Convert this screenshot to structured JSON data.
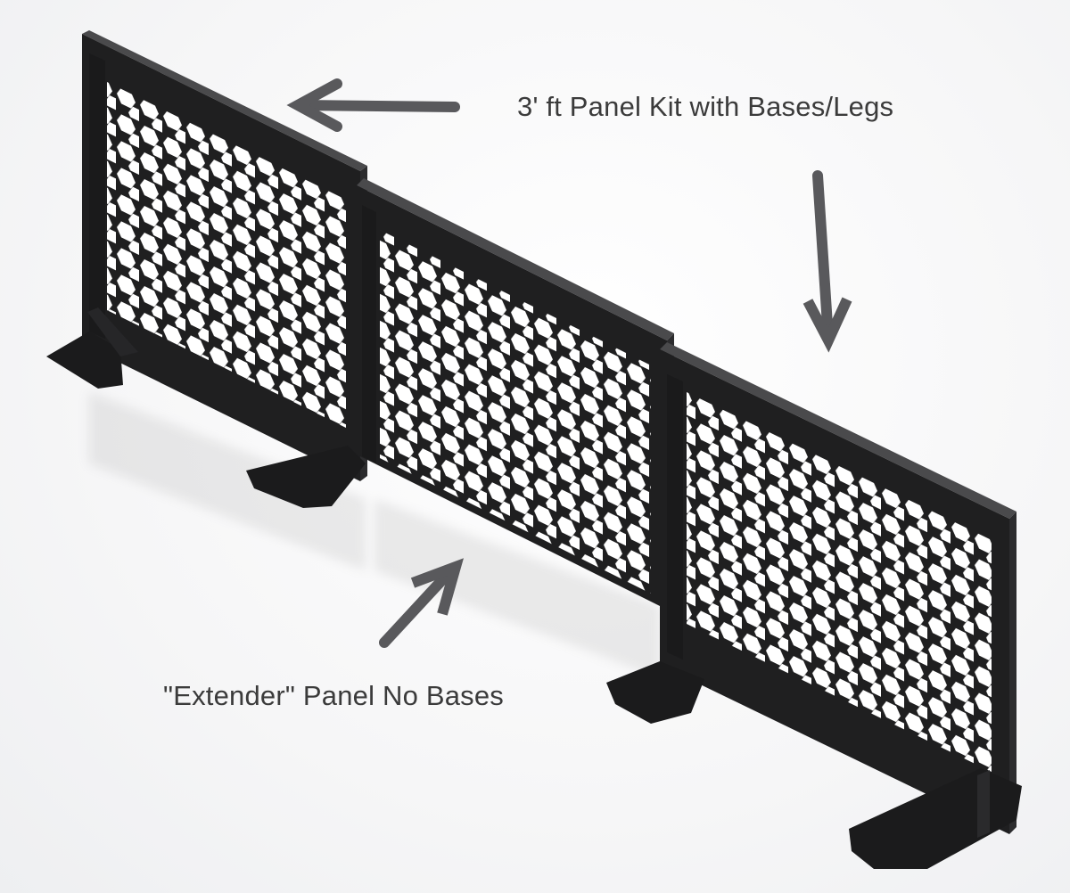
{
  "image": {
    "description": "Product render of modular black hexagon-perforated panel barrier with annotations"
  },
  "annotations": {
    "kit_label": "3' ft Panel Kit with Bases/Legs",
    "extender_label": "\"Extender\" Panel No Bases"
  },
  "arrows": [
    {
      "name": "arrow-to-first-panel",
      "direction": "left"
    },
    {
      "name": "arrow-to-third-panel",
      "direction": "down"
    },
    {
      "name": "arrow-to-middle-panel",
      "direction": "up-right"
    }
  ],
  "panels": [
    {
      "name": "panel-kit-left",
      "has_bases": true
    },
    {
      "name": "panel-extender-middle",
      "has_bases": false
    },
    {
      "name": "panel-kit-right",
      "has_bases": true
    }
  ],
  "colors": {
    "panel": "#1e1e1f",
    "panel_edge": "#3a3a3c",
    "arrow": "#555558",
    "text": "#3b3b3b",
    "background": "#f7f7f8"
  }
}
